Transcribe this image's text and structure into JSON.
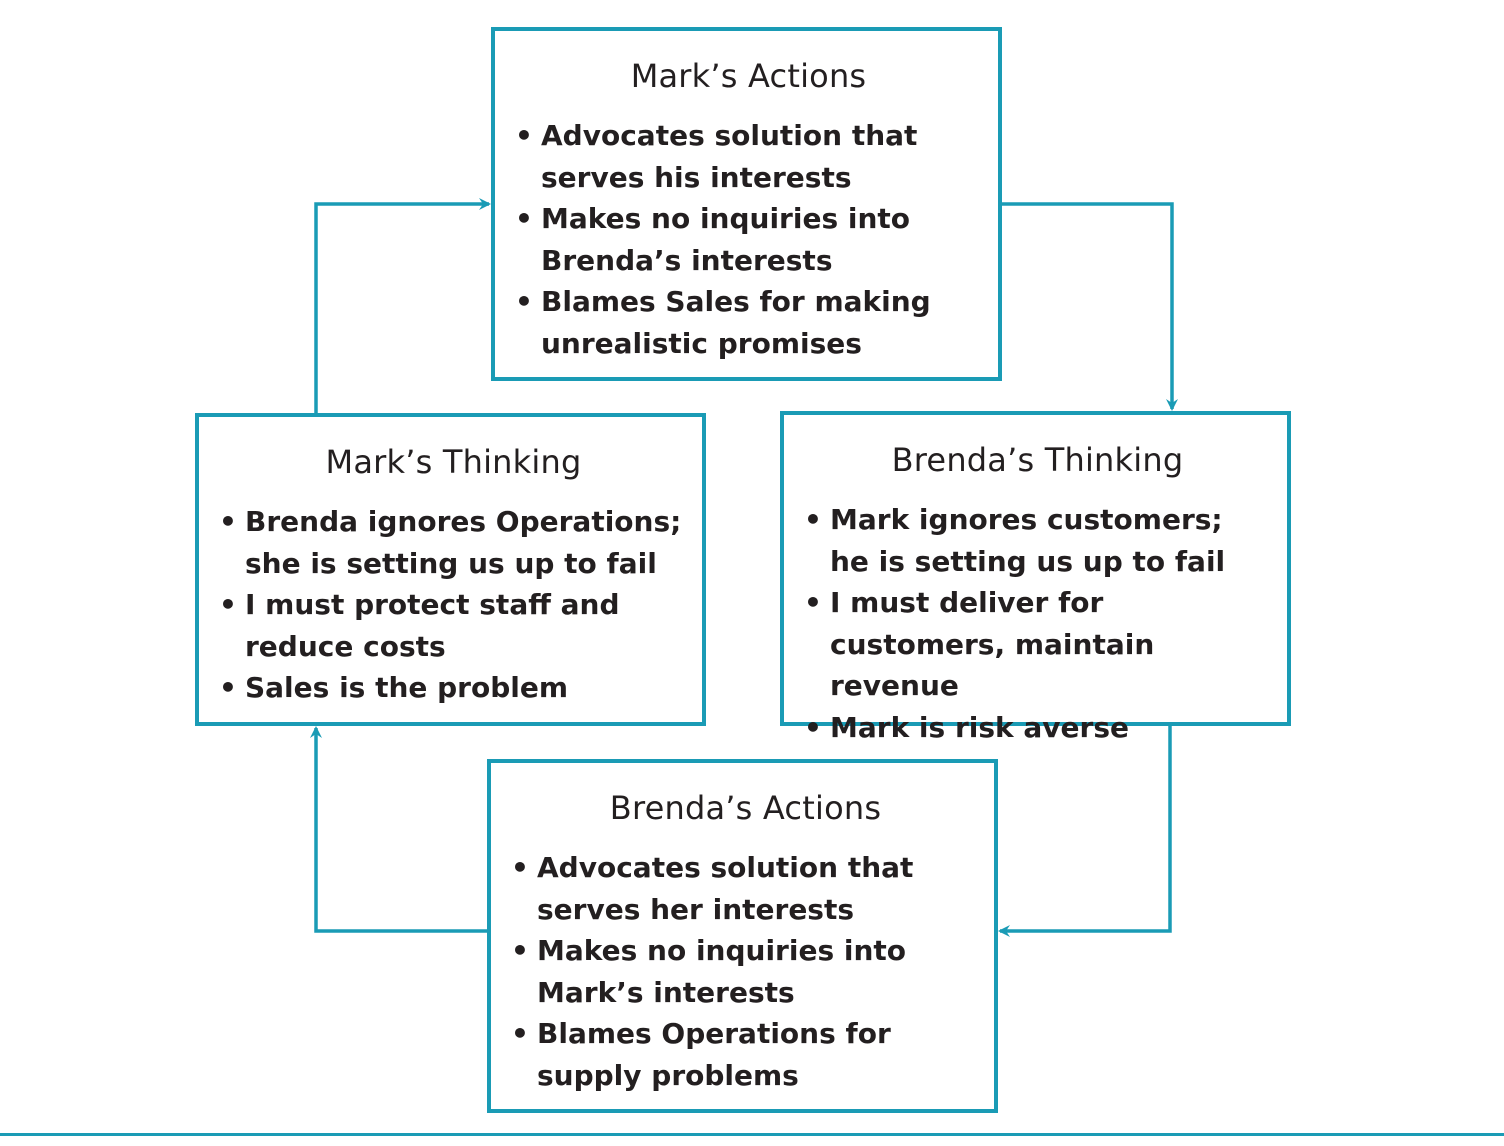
{
  "diagram": {
    "accent_color": "#1a9bb5",
    "boxes": {
      "mark_actions": {
        "title": "Mark’s Actions",
        "items": [
          "Advocates solution that serves his interests",
          "Makes no inquiries into Brenda’s interests",
          "Blames Sales for making unrealistic promises"
        ]
      },
      "brenda_thinking": {
        "title": "Brenda’s Thinking",
        "items": [
          "Mark ignores customers; he is setting us up to fail",
          "I must deliver for customers, maintain revenue",
          "Mark is risk averse"
        ]
      },
      "mark_thinking": {
        "title": "Mark’s Thinking",
        "items": [
          "Brenda ignores Operations; she is setting us up to fail",
          "I must protect staff and reduce costs",
          "Sales is the problem"
        ]
      },
      "brenda_actions": {
        "title": "Brenda’s Actions",
        "items": [
          "Advocates solution that serves her interests",
          "Makes no inquiries into Mark’s interests",
          "Blames Operations for supply problems"
        ]
      }
    },
    "flow": [
      "mark_actions → brenda_thinking",
      "brenda_thinking → brenda_actions",
      "brenda_actions → mark_thinking",
      "mark_thinking → mark_actions"
    ]
  }
}
